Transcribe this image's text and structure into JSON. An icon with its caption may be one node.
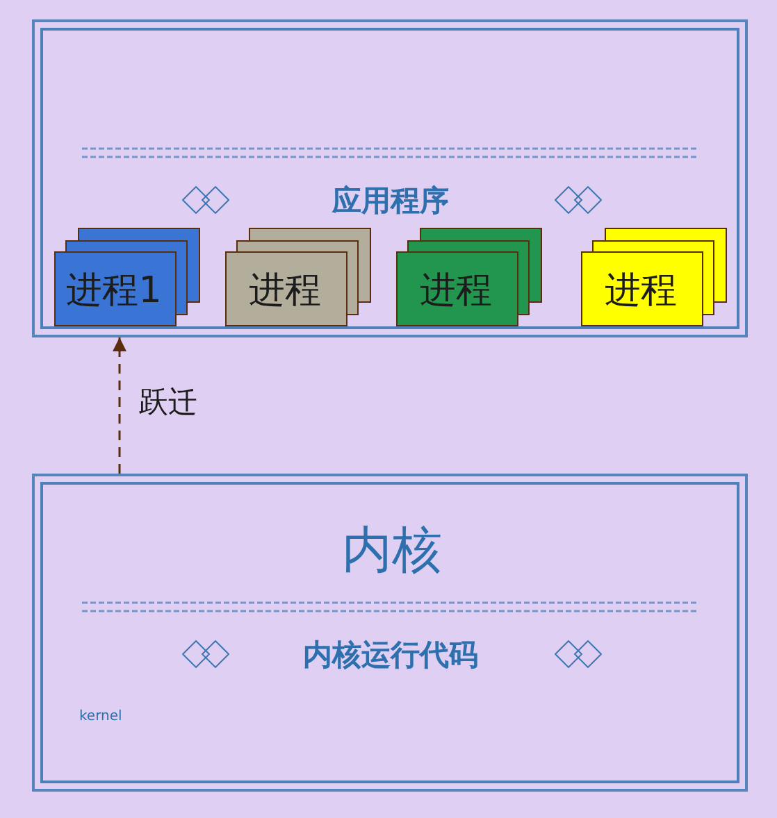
{
  "diagram": {
    "nodes": [
      {
        "text": [
          "应用程序"
        ]
      },
      {
        "text": [
          "进程1"
        ],
        "in": 0
      },
      {
        "text": [
          "进程"
        ],
        "in": 0
      },
      {
        "text": [
          "进程"
        ],
        "in": 0
      },
      {
        "text": [
          "进程"
        ],
        "in": 0
      },
      {
        "text": [
          "内核",
          "内核运行代码",
          "kernel"
        ]
      }
    ],
    "edges": [
      {
        "from": 5,
        "to": 0,
        "arrow": "to",
        "style": "dashed",
        "label": "跃迁"
      }
    ]
  }
}
